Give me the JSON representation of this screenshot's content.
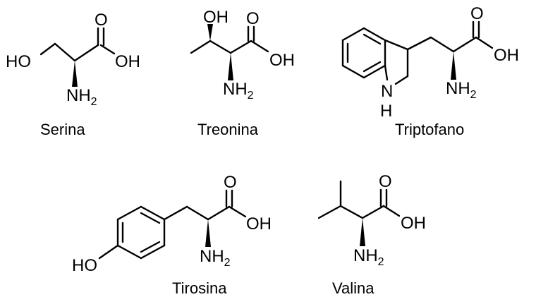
{
  "atoms": {
    "oxygen": "O",
    "hydroxyl": "OH",
    "hydroxyl_left": "HO",
    "amine": "NH",
    "amine_subscript": "2",
    "nitrogen": "N",
    "hydrogen": "H"
  },
  "molecules": [
    {
      "name": "Serina"
    },
    {
      "name": "Treonina"
    },
    {
      "name": "Triptofano"
    },
    {
      "name": "Tirosina"
    },
    {
      "name": "Valina"
    }
  ]
}
